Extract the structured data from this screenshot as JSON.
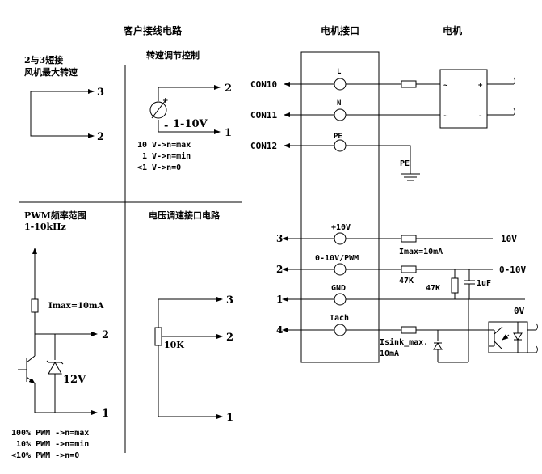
{
  "headings": {
    "customer_wiring": "客户接线电路",
    "motor_interface": "电机接口",
    "motor": "电机"
  },
  "panel_bridge": {
    "line1": "2与3短接",
    "line2": "风机最大转速",
    "pin3": "3",
    "pin2": "2"
  },
  "panel_speed": {
    "title": "转速调节控制",
    "voltage_label": "1-10V",
    "plus": "+",
    "minus": "-",
    "pin2": "2",
    "pin1": "1",
    "notes": [
      "10 V->n=max",
      "1 V->n=min",
      "<1 V->n=0"
    ]
  },
  "panel_pwm": {
    "title1": "PWM频率范围",
    "title2": "1-10kHz",
    "imax": "Imax=10mA",
    "zener": "12V",
    "pin2": "2",
    "pin1": "1",
    "notes": [
      "100% PWM ->n=max",
      "10% PWM ->n=min",
      "<10% PWM ->n=0"
    ]
  },
  "panel_voltage": {
    "title": "电压调速接口电路",
    "pin3": "3",
    "pin2": "2",
    "pin1": "1",
    "pot": "10K"
  },
  "interface": {
    "upper": [
      {
        "con": "CON10",
        "pin": "L"
      },
      {
        "con": "CON11",
        "pin": "N"
      },
      {
        "con": "CON12",
        "pin": "PE"
      }
    ],
    "pe_ground": "PE",
    "lower": [
      {
        "num": "3",
        "pin": "+10V",
        "right": "10V",
        "note": "Imax=10mA"
      },
      {
        "num": "2",
        "pin": "0-10V/PWM",
        "right": "0-10V",
        "note": "47K"
      },
      {
        "num": "1",
        "pin": "GND",
        "right": "0V",
        "note": "47K"
      },
      {
        "num": "4",
        "pin": "Tach",
        "right": "",
        "note": "Isink_max."
      }
    ],
    "cap": "1uF",
    "sink_value": "10mA",
    "motor_plus": "+",
    "motor_minus": "-",
    "motor_ac": "~"
  }
}
